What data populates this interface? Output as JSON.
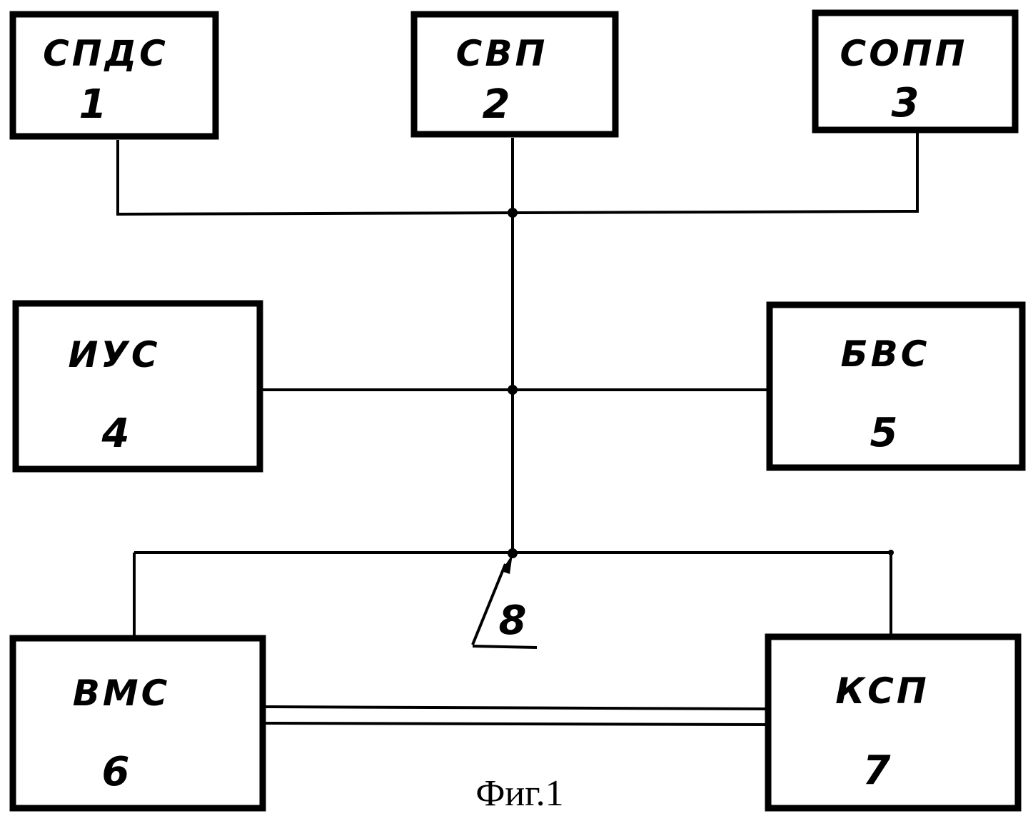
{
  "diagram": {
    "blocks": [
      {
        "id": "b1",
        "abbr": "СПДС",
        "num": "1"
      },
      {
        "id": "b2",
        "abbr": "СВП",
        "num": "2"
      },
      {
        "id": "b3",
        "abbr": "СОПП",
        "num": "3"
      },
      {
        "id": "b4",
        "abbr": "ИУС",
        "num": "4"
      },
      {
        "id": "b5",
        "abbr": "БВС",
        "num": "5"
      },
      {
        "id": "b6",
        "abbr": "ВМС",
        "num": "6"
      },
      {
        "id": "b7",
        "abbr": "КСП",
        "num": "7"
      }
    ],
    "bus_label": "8",
    "caption": "Фиг.1",
    "connections": [
      [
        "b1",
        "bus"
      ],
      [
        "b2",
        "bus"
      ],
      [
        "b3",
        "bus"
      ],
      [
        "b4",
        "bus"
      ],
      [
        "b5",
        "bus"
      ],
      [
        "b6",
        "bus"
      ],
      [
        "b7",
        "bus"
      ],
      [
        "b6",
        "b7"
      ]
    ]
  }
}
